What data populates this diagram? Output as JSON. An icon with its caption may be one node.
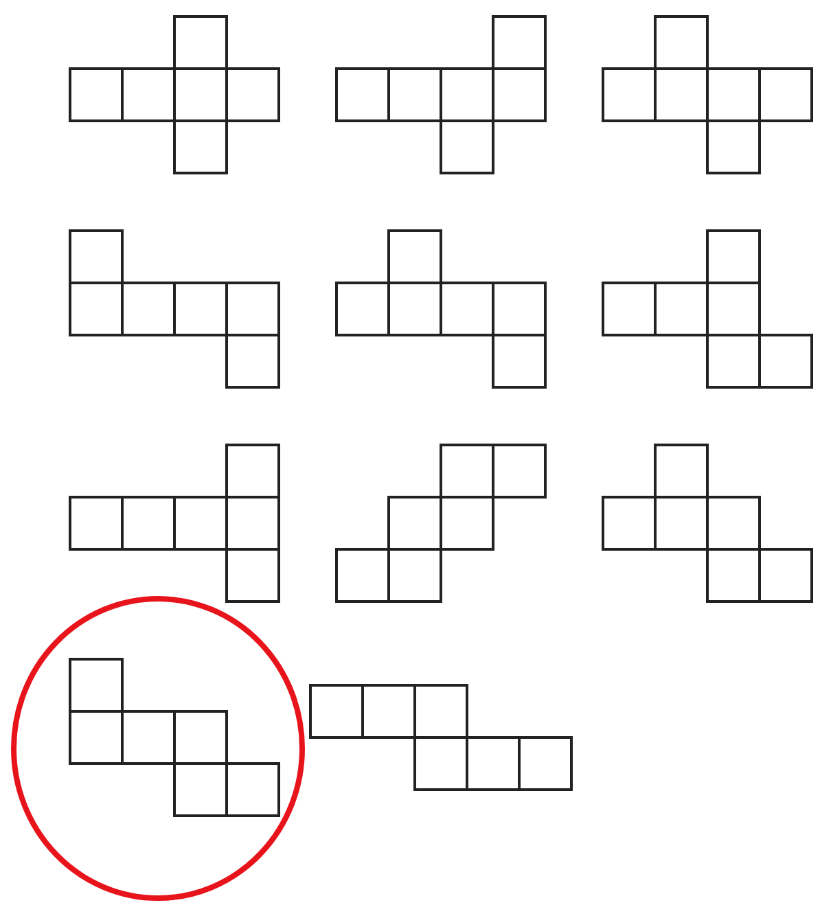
{
  "diagram": {
    "nodes": [
      {
        "text": [],
        "shape": "picture"
      },
      {
        "text": [],
        "shape": "picture"
      },
      {
        "text": [],
        "shape": "picture"
      },
      {
        "text": [],
        "shape": "picture"
      },
      {
        "text": [],
        "shape": "picture"
      },
      {
        "text": [],
        "shape": "picture"
      },
      {
        "text": [],
        "shape": "picture"
      },
      {
        "text": [],
        "shape": "picture"
      },
      {
        "text": [],
        "shape": "picture"
      },
      {
        "text": [],
        "shape": "circle"
      },
      {
        "text": [],
        "shape": "picture",
        "in": 9
      },
      {
        "text": [],
        "shape": "picture"
      }
    ]
  }
}
